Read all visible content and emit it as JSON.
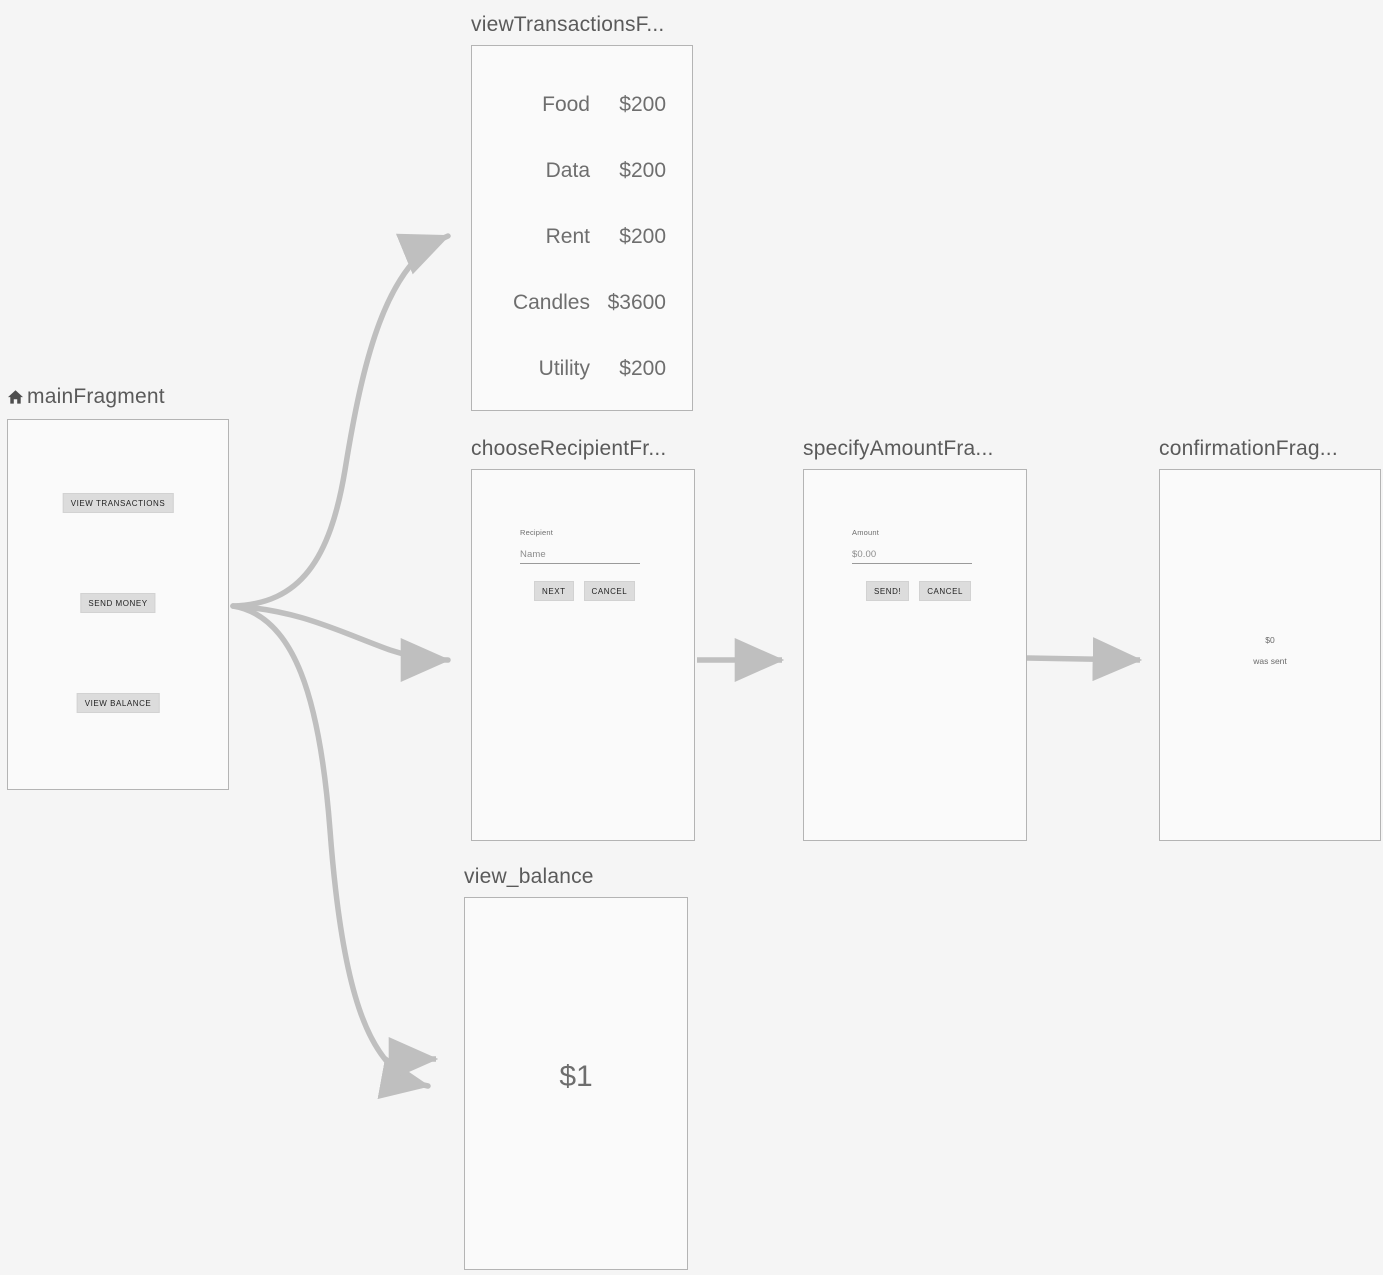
{
  "canvas": {
    "background": "#f5f5f5",
    "edge_color": "#bfbfbf",
    "frame_border": "#b4b4b4",
    "frame_fill": "#fafafa",
    "label_color": "#5a5a5a"
  },
  "nodes": {
    "main": {
      "label": "mainFragment",
      "icon": "home-icon",
      "is_start_destination": true,
      "buttons": [
        {
          "label": "VIEW TRANSACTIONS",
          "name": "view-transactions"
        },
        {
          "label": "SEND MONEY",
          "name": "send-money"
        },
        {
          "label": "VIEW BALANCE",
          "name": "view-balance"
        }
      ]
    },
    "transactions": {
      "label": "viewTransactionsF...",
      "rows": [
        {
          "name": "Food",
          "amount": "$200"
        },
        {
          "name": "Data",
          "amount": "$200"
        },
        {
          "name": "Rent",
          "amount": "$200"
        },
        {
          "name": "Candles",
          "amount": "$3600"
        },
        {
          "name": "Utility",
          "amount": "$200"
        }
      ]
    },
    "choose_recipient": {
      "label": "chooseRecipientFr...",
      "field_label": "Recipient",
      "field_value": "Name",
      "primary_button": "NEXT",
      "secondary_button": "CANCEL"
    },
    "specify_amount": {
      "label": "specifyAmountFra...",
      "field_label": "Amount",
      "field_value": "$0.00",
      "primary_button": "SEND!",
      "secondary_button": "CANCEL"
    },
    "confirmation": {
      "label": "confirmationFrag...",
      "amount": "$0",
      "message": "was sent"
    },
    "balance": {
      "label": "view_balance",
      "amount": "$1"
    }
  }
}
